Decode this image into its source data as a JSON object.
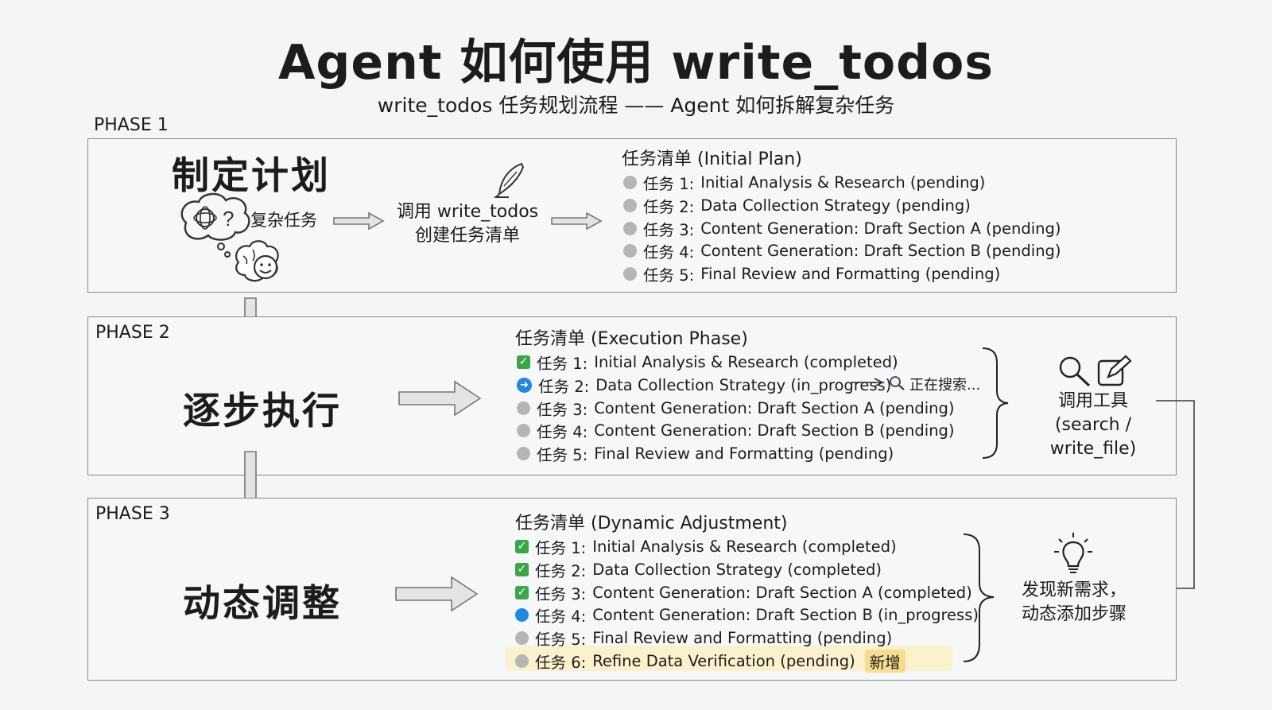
{
  "header": {
    "title": "Agent 如何使用 write_todos",
    "subtitle": "write_todos 任务规划流程 —— Agent 如何拆解复杂任务"
  },
  "phase1": {
    "label": "PHASE 1",
    "heading": "制定计划",
    "complex_task": "复杂任务",
    "call_line1": "调用 write_todos",
    "call_line2": "创建任务清单",
    "list_title": "任务清单 (Initial Plan)",
    "items": [
      {
        "prefix": "任务 1:",
        "text": "Initial Analysis & Research (pending)",
        "status": "pending"
      },
      {
        "prefix": "任务 2:",
        "text": "Data Collection Strategy (pending)",
        "status": "pending"
      },
      {
        "prefix": "任务 3:",
        "text": "Content Generation: Draft Section A (pending)",
        "status": "pending"
      },
      {
        "prefix": "任务 4:",
        "text": "Content Generation: Draft Section B (pending)",
        "status": "pending"
      },
      {
        "prefix": "任务 5:",
        "text": "Final Review and Formatting (pending)",
        "status": "pending"
      }
    ]
  },
  "phase2": {
    "label": "PHASE 2",
    "heading": "逐步执行",
    "list_title": "任务清单 (Execution Phase)",
    "items": [
      {
        "prefix": "任务 1:",
        "text": "Initial Analysis & Research (completed)",
        "status": "completed"
      },
      {
        "prefix": "任务 2:",
        "text": "Data Collection Strategy (in_progress)",
        "status": "in_progress"
      },
      {
        "prefix": "任务 3:",
        "text": "Content Generation: Draft Section A (pending)",
        "status": "pending"
      },
      {
        "prefix": "任务 4:",
        "text": "Content Generation: Draft Section B (pending)",
        "status": "pending"
      },
      {
        "prefix": "任务 5:",
        "text": "Final Review and Formatting (pending)",
        "status": "pending"
      }
    ],
    "searching": "正在搜索...",
    "tools_title": "调用工具",
    "tools_sub": "(search / write_file)"
  },
  "phase3": {
    "label": "PHASE 3",
    "heading": "动态调整",
    "list_title": "任务清单 (Dynamic Adjustment)",
    "items": [
      {
        "prefix": "任务 1:",
        "text": "Initial Analysis & Research (completed)",
        "status": "completed"
      },
      {
        "prefix": "任务 2:",
        "text": "Data Collection Strategy (completed)",
        "status": "completed"
      },
      {
        "prefix": "任务 3:",
        "text": "Content Generation: Draft Section A (completed)",
        "status": "completed"
      },
      {
        "prefix": "任务 4:",
        "text": "Content Generation: Draft Section B (in_progress)",
        "status": "in_progress"
      },
      {
        "prefix": "任务 5:",
        "text": "Final Review and Formatting (pending)",
        "status": "pending"
      },
      {
        "prefix": "任务 6:",
        "text": "Refine Data Verification (pending)",
        "status": "pending"
      }
    ],
    "new_tag": "新增",
    "discover_line1": "发现新需求，",
    "discover_line2": "动态添加步骤"
  },
  "colors": {
    "completed": "#3aa64a",
    "in_progress": "#1e88e5",
    "pending": "#b5b5b5",
    "highlight": "#fbf1cc"
  },
  "icons": [
    "thinking-cloud-icon",
    "brain-icon",
    "quill-icon",
    "magnifier-icon",
    "edit-icon",
    "lightbulb-icon"
  ]
}
